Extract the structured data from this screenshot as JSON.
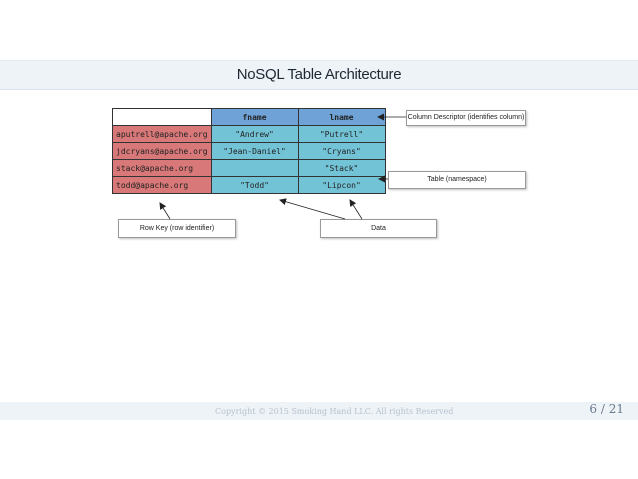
{
  "slide": {
    "title": "NoSQL Table Architecture",
    "copyright": "Copyright © 2015 Smoking Hand LLC. All rights Reserved",
    "page": "6 / 21"
  },
  "table": {
    "headers": [
      "fname",
      "lname"
    ],
    "rows": [
      {
        "key": "aputrell@apache.org",
        "fname": "\"Andrew\"",
        "lname": "\"Putrell\""
      },
      {
        "key": "jdcryans@apache.org",
        "fname": "\"Jean-Daniel\"",
        "lname": "\"Cryans\""
      },
      {
        "key": "stack@apache.org",
        "fname": "",
        "lname": "\"Stack\""
      },
      {
        "key": "todd@apache.org",
        "fname": "\"Todd\"",
        "lname": "\"Lipcon\""
      }
    ]
  },
  "callouts": {
    "column_descriptor": "Column Descriptor (identifies column)",
    "table": "Table (namespace)",
    "row_key": "Row Key (row identifier)",
    "data": "Data"
  }
}
